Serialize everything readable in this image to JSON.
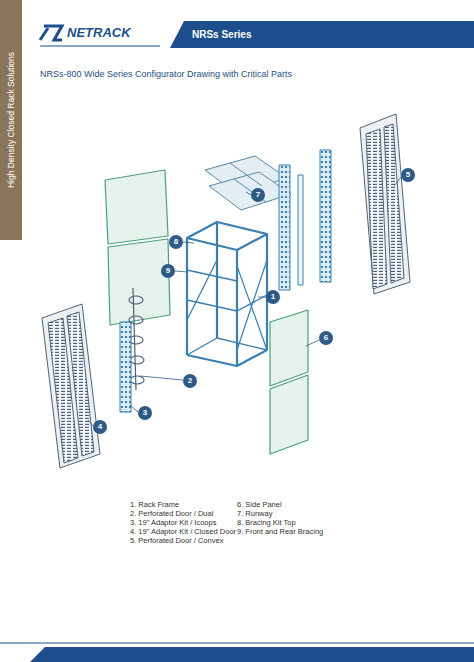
{
  "diagram": {
    "title": "NRSs-800 Wide Series Configurator Drawing with Critical Parts",
    "nodes": [
      {
        "text": [
          "NRSs Series"
        ]
      },
      {
        "text": [
          "High Density Closed Rack Solutions"
        ]
      },
      {
        "text": [
          "5"
        ]
      },
      {
        "text": [
          "7"
        ]
      },
      {
        "text": [
          "8"
        ]
      },
      {
        "text": [
          "9"
        ]
      },
      {
        "text": [
          "1"
        ]
      },
      {
        "text": [
          "6"
        ]
      },
      {
        "text": [
          "2"
        ]
      },
      {
        "text": [
          "3"
        ]
      },
      {
        "text": [
          "4"
        ]
      }
    ],
    "labels": [
      "NETRACK",
      "1. Rack Frame",
      "2. Perforated Door / Dual",
      "3. 19\" Adaptor Kit / Icoops",
      "4. 19\" Adaptor Kit / Closed Door",
      "5. Perforated Door / Convex",
      "6. Side Panel",
      "7. Runway",
      "8. Bracing Kit Top",
      "9. Front and Rear Bracing"
    ]
  }
}
